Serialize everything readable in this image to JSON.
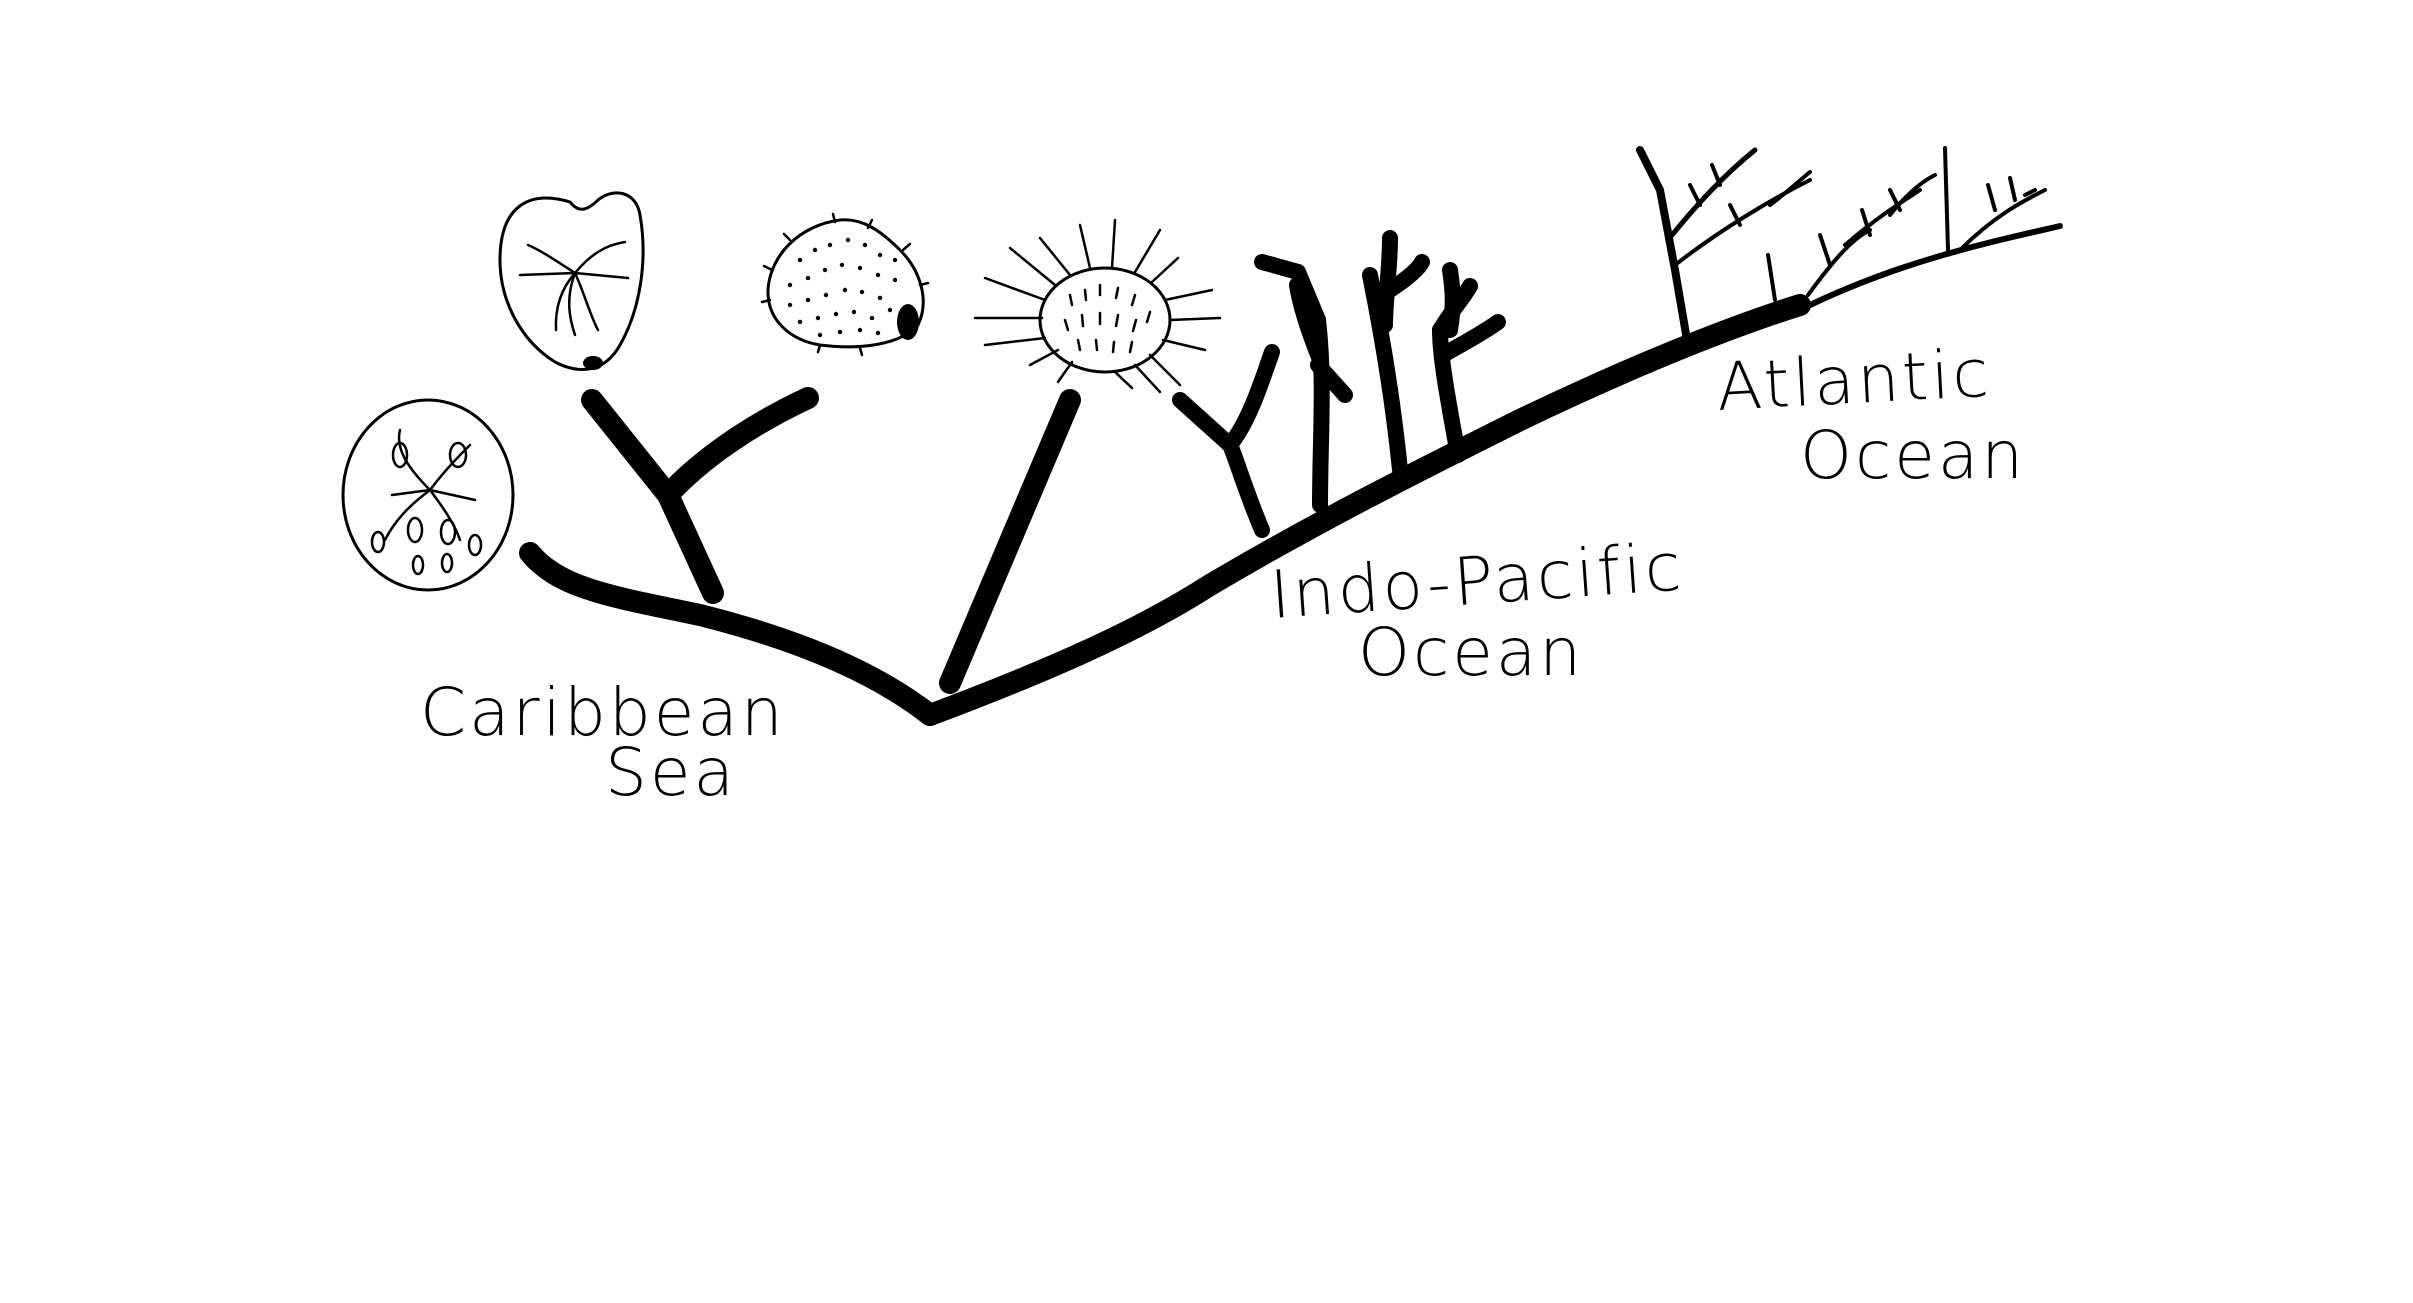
{
  "diagram": {
    "labels": {
      "caribbean_line1": "Caribbean",
      "caribbean_line2": "Sea",
      "indopacific_line1": "Indo-Pacific",
      "indopacific_line2": "Ocean",
      "atlantic_line1": "Atlantic",
      "atlantic_line2": "Ocean"
    },
    "organisms": [
      "sand-dollar-icon",
      "heart-urchin-icon",
      "pea-urchin-icon",
      "spiny-urchin-icon"
    ],
    "colors": {
      "ink": "#000000",
      "background": "#ffffff"
    }
  }
}
